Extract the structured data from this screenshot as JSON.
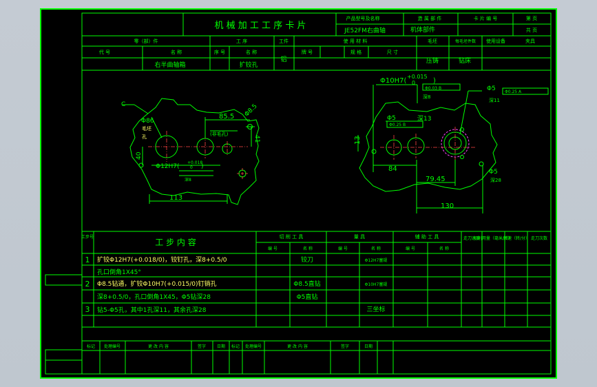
{
  "header": {
    "title": "机 械 加 工 工 序 卡 片",
    "product_model_label": "产品型号及名称",
    "product_model_value": "JE52FM右曲轴",
    "part_label": "造 属 部 件",
    "part_value": "机体部件",
    "card_no_label": "卡 片 编 号",
    "page_label": "第    页",
    "total_label": "共    页",
    "row2": [
      "零（部）件",
      "工      序",
      "工件",
      "使  用  材  料",
      "毛坯",
      "每毛坯件数",
      "使用设备",
      "夹具"
    ],
    "row3_labels": [
      "代   号",
      "名   称",
      "序 号",
      "名   称",
      "",
      "牌   号",
      "规   格",
      "尺   寸"
    ],
    "part_name": "右半曲轴箱",
    "process_name": "扩铰孔",
    "material": "铝",
    "blank": "压铸",
    "equipment": "钻床"
  },
  "drawing": {
    "left": {
      "c_label": "C",
      "d86": "Φ86",
      "hole_label1": "毛坯",
      "hole_label2": "孔",
      "d12": "Φ12H7(",
      "d12_tol_up": "+0.018",
      "d12_tol_lo": "0",
      "d12_tol_close": ")",
      "depth": "深8",
      "d85": "Φ8.5",
      "dim_85": "85.5",
      "dim_41": "41",
      "dim_40": "40",
      "dim_113": "113",
      "center_label": "(非毛孔)"
    },
    "right": {
      "d10": "Φ10H7(",
      "d10_tol_up": "+0.015",
      "d10_tol_lo": "0",
      "d10_tol_close": ")",
      "tol1": "Φ0.03 B",
      "depth8": "深8",
      "d5a": "Φ5",
      "tol2": "Φ0.25 A",
      "depth11": "深11",
      "d5b": "Φ5",
      "tol3": "Φ0.25 B",
      "depth13": "深13",
      "dim_13": "13",
      "dim_84": "84",
      "dim_7945": "79.45",
      "dim_130": "130",
      "d5c": "Φ5",
      "depth28": "深28"
    }
  },
  "process_table": {
    "col_step_no": "工步号",
    "col_content": "工   步   内   容",
    "col_cut_tool": "切 削 工 具",
    "col_measure": "量          具",
    "col_aux_tool": "辅 助 工 具",
    "col_feed_speed": "走刀速度",
    "col_cut_amt": "切削用量（毫米/转）",
    "col_rpm": "转速（转/分）",
    "col_passes": "走刀次数",
    "sub_no": "编  号",
    "sub_name": "名  称",
    "steps": [
      {
        "no": "1",
        "line1": "扩铰Φ12H7(+0.018/0)，铰钉孔，深8+0.5/0",
        "line2": "孔口倒角1X45°",
        "tool": "铰刀",
        "gauge": "Φ12H7塞规"
      },
      {
        "no": "2",
        "line1": "Φ8.5钻通，扩铰Φ10H7(+0.015/0)钉销孔",
        "line2": "深8+0.5/0，孔口倒角1X45，Φ5钻深28",
        "tool": "Φ8.5直钻",
        "tool2": "Φ5直钻",
        "gauge": "Φ10H7塞规"
      },
      {
        "no": "3",
        "line1": "钻5-Φ5孔，其中1孔深11，其余孔深28",
        "line2": "",
        "tool": "",
        "gauge": "三坐标"
      }
    ]
  },
  "revision_row": {
    "labels": [
      "标记",
      "处理编号",
      "更  改  内  容",
      "签字",
      "日期",
      "标记",
      "处理编号",
      "更  改  内  容",
      "签字",
      "日期"
    ]
  }
}
